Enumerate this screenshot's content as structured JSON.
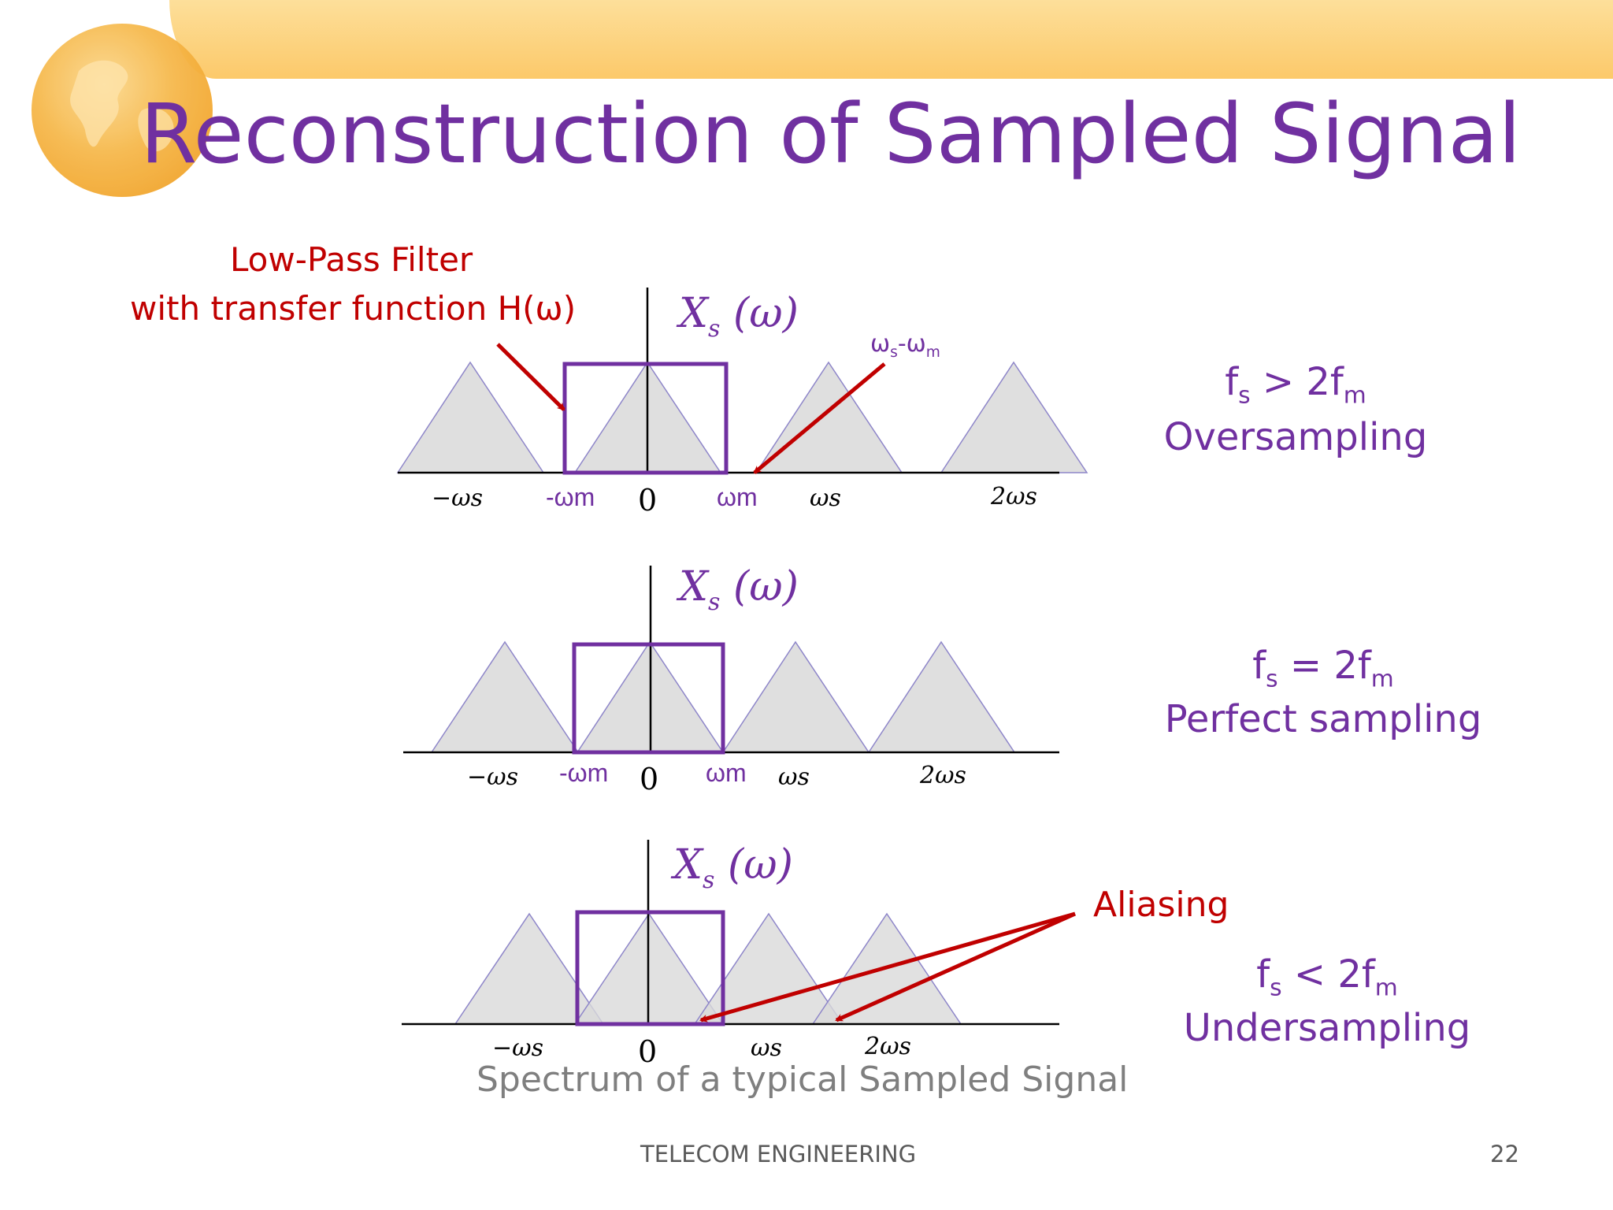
{
  "title": "Reconstruction of Sampled Signal",
  "colors": {
    "accent": "#7030a0",
    "annotation": "#c00000",
    "banner": "#fcc96a",
    "triangle_fill": "#d9d9d9"
  },
  "annotations": {
    "lpf_line1": "Low-Pass Filter",
    "lpf_line2": "with transfer function H(ω)",
    "ws_minus_wm": "ωs-ωm",
    "aliasing": "Aliasing"
  },
  "plots": [
    {
      "spectrum_label": "Xs(ω)",
      "ticks": {
        "neg_ws": "−ωs",
        "neg_wm": "-ωm",
        "zero": "0",
        "wm": "ωm",
        "ws": "ωs",
        "two_ws": "2ωs"
      },
      "condition": "fs > 2fm",
      "mode": "Oversampling"
    },
    {
      "spectrum_label": "Xs(ω)",
      "ticks": {
        "neg_ws": "−ωs",
        "neg_wm": "-ωm",
        "zero": "0",
        "wm": "ωm",
        "ws": "ωs",
        "two_ws": "2ωs"
      },
      "condition": "fs = 2fm",
      "mode": "Perfect sampling"
    },
    {
      "spectrum_label": "Xs(ω)",
      "ticks": {
        "neg_ws": "−ωs",
        "zero": "0",
        "ws": "ωs",
        "two_ws": "2ωs"
      },
      "condition": "fs < 2fm",
      "mode": "Undersampling"
    }
  ],
  "caption": "Spectrum of a typical Sampled Signal",
  "footer": {
    "center": "TELECOM ENGINEERING",
    "page": "22"
  }
}
